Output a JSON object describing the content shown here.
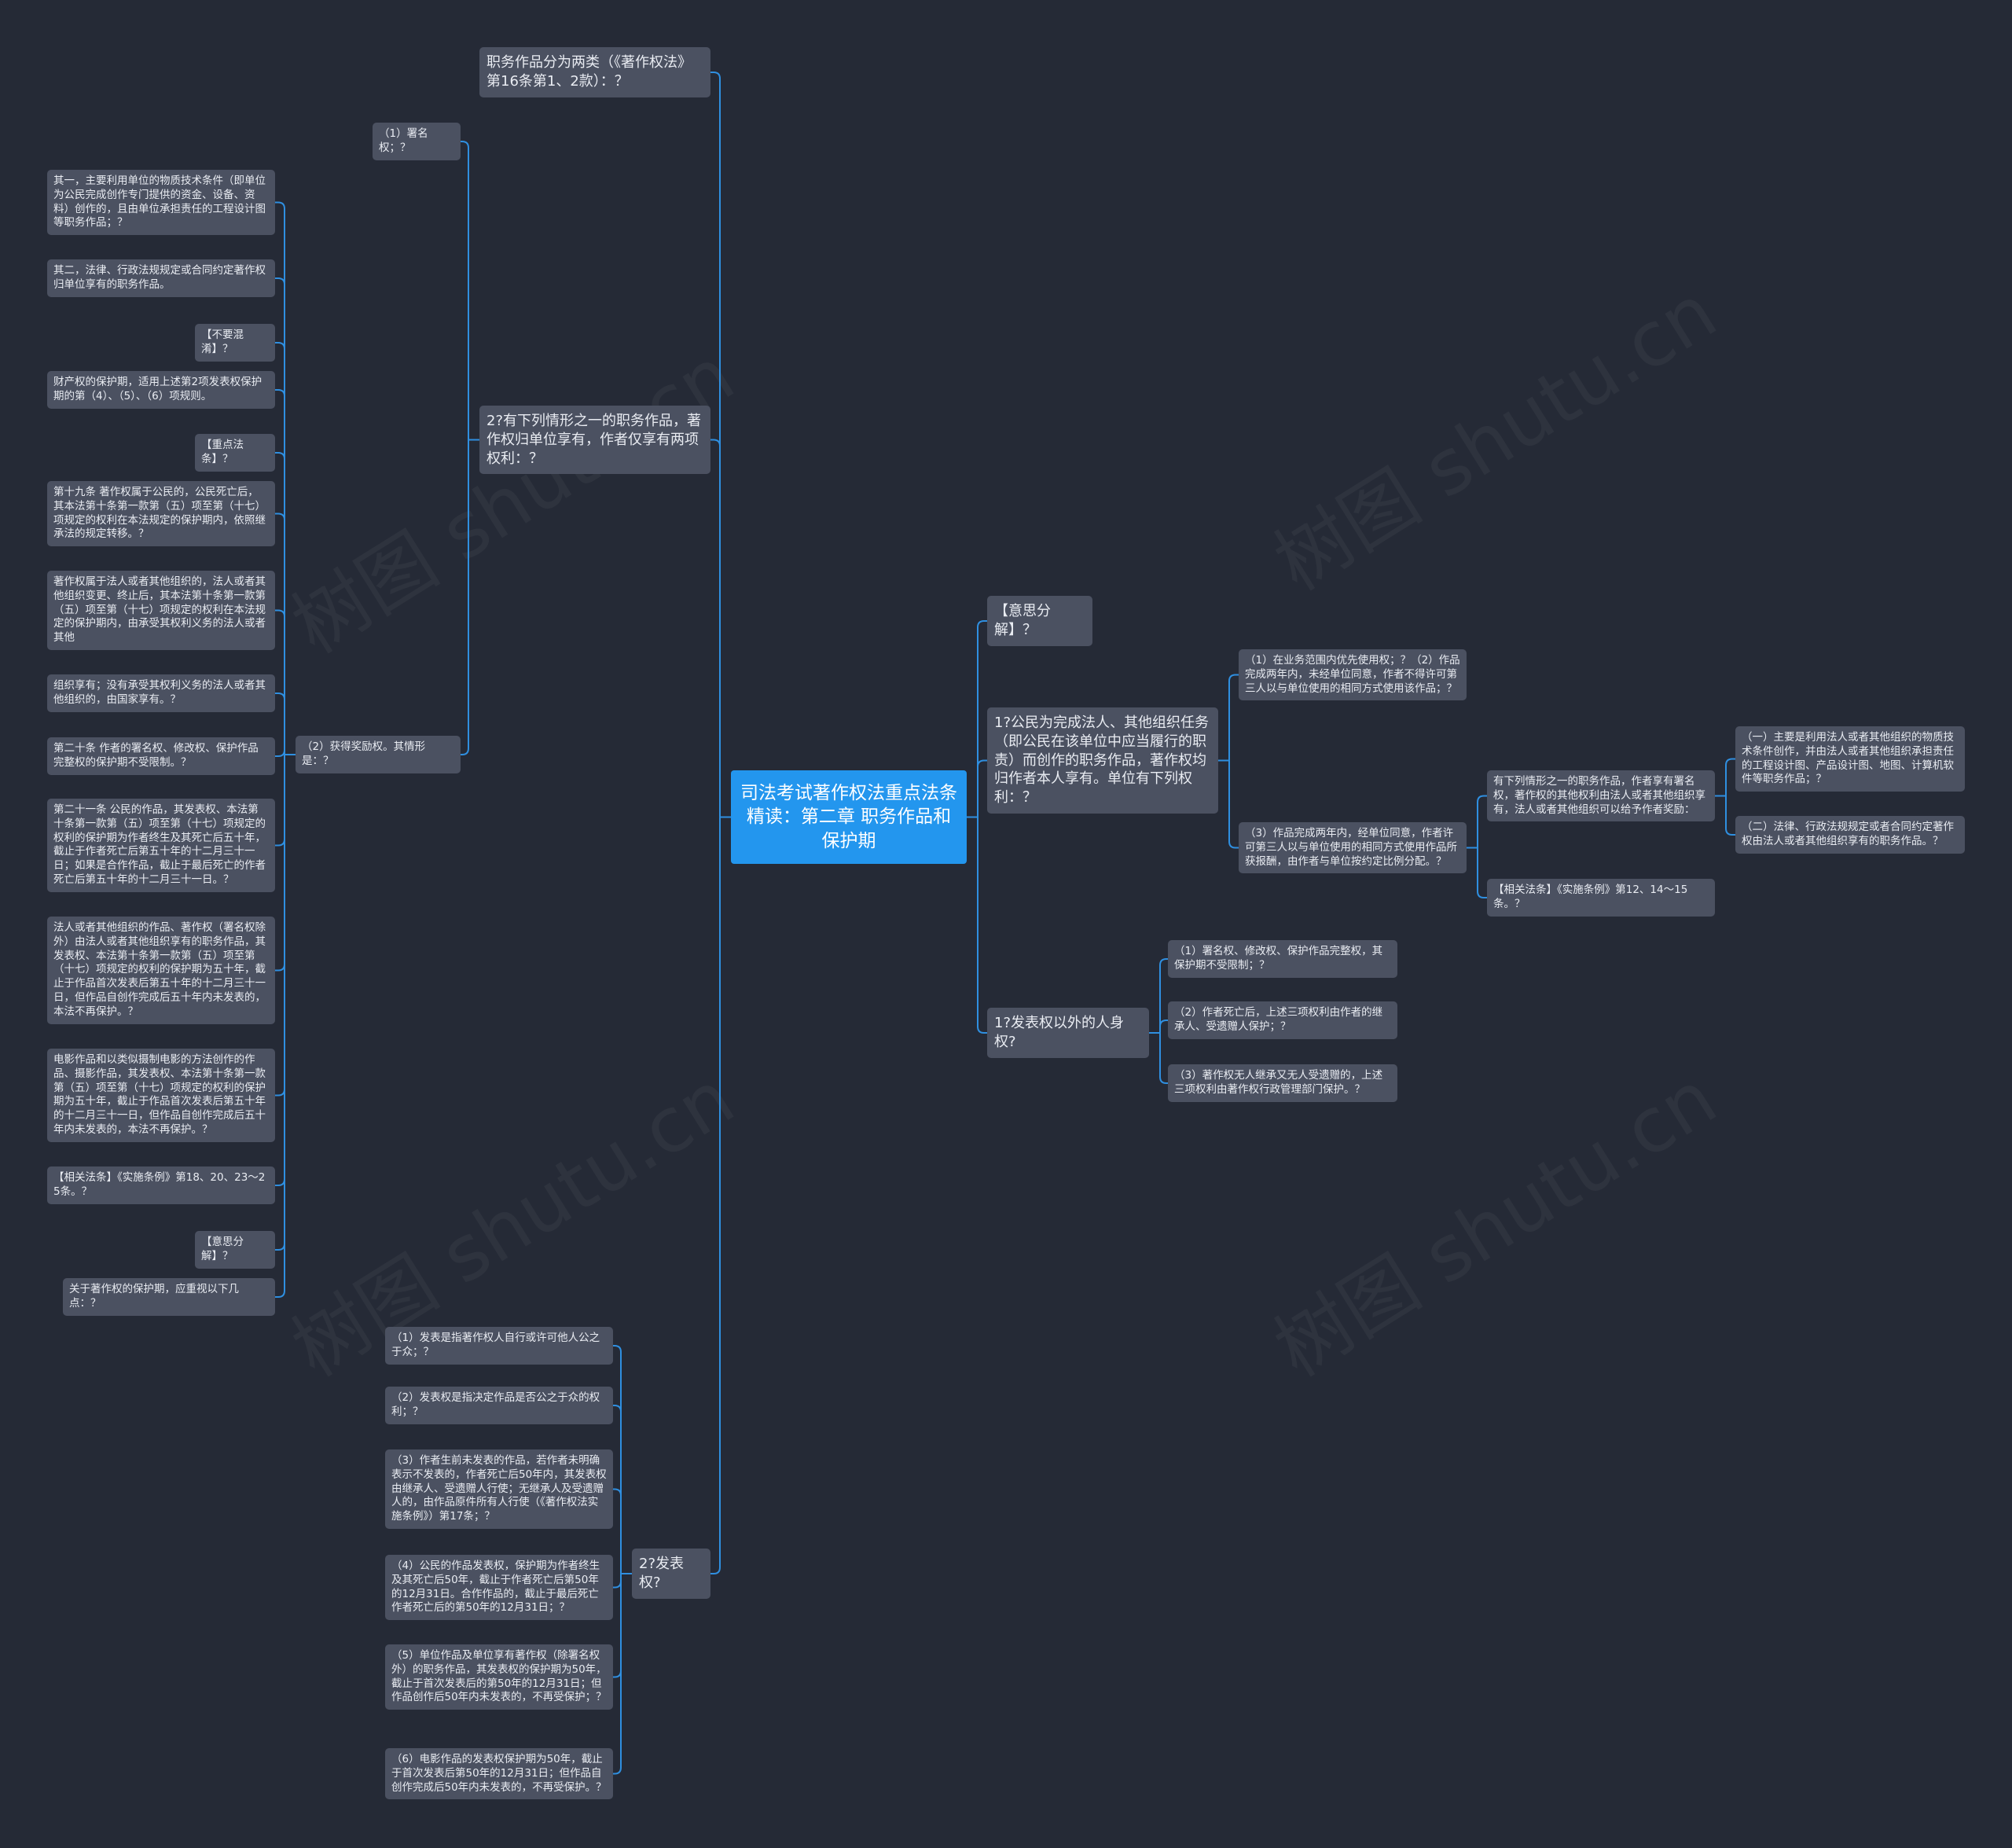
{
  "watermark": "树图 shutu.cn",
  "colors": {
    "background": "#252a36",
    "node": "#4b5161",
    "root": "#2396ee",
    "link": "#2f8fe0"
  },
  "mindmap": {
    "root": "司法考试著作权法重点法条精读：第二章 职务作品和保护期",
    "left": [
      {
        "id": "L1",
        "text": "职务作品分为两类（《著作权法》第16条第1、2款）：？"
      },
      {
        "id": "L2",
        "text": "2?有下列情形之一的职务作品，著作权归单位享有，作者仅享有两项权利：？",
        "children": [
          {
            "id": "L2a",
            "text": "（1）署名权；？"
          },
          {
            "id": "L2b",
            "text": "（2）获得奖励权。其情形是：？",
            "children": [
              {
                "id": "L2b1",
                "text": "其一，主要利用单位的物质技术条件（即单位为公民完成创作专门提供的资金、设备、资料）创作的，且由单位承担责任的工程设计图等职务作品；？"
              },
              {
                "id": "L2b2",
                "text": "其二，法律、行政法规规定或合同约定著作权归单位享有的职务作品。"
              },
              {
                "id": "L2b3",
                "text": "【不要混淆】？"
              },
              {
                "id": "L2b4",
                "text": "财产权的保护期，适用上述第2项发表权保护期的第（4）、（5）、（6）项规则。"
              },
              {
                "id": "L2b5",
                "text": "【重点法条】？"
              },
              {
                "id": "L2b6",
                "text": "第十九条 著作权属于公民的，公民死亡后，其本法第十条第一款第（五）项至第（十七）项规定的权利在本法规定的保护期内，依照继承法的规定转移。？"
              },
              {
                "id": "L2b7",
                "text": "著作权属于法人或者其他组织的，法人或者其他组织变更、终止后，其本法第十条第一款第（五）项至第（十七）项规定的权利在本法规定的保护期内，由承受其权利义务的法人或者其他"
              },
              {
                "id": "L2b8",
                "text": "组织享有；没有承受其权利义务的法人或者其他组织的，由国家享有。？"
              },
              {
                "id": "L2b9",
                "text": "第二十条 作者的署名权、修改权、保护作品完整权的保护期不受限制。？"
              },
              {
                "id": "L2b10",
                "text": "第二十一条 公民的作品，其发表权、本法第十条第一款第（五）项至第（十七）项规定的权利的保护期为作者终生及其死亡后五十年，截止于作者死亡后第五十年的十二月三十一日；如果是合作作品，截止于最后死亡的作者死亡后第五十年的十二月三十一日。？"
              },
              {
                "id": "L2b11",
                "text": "法人或者其他组织的作品、著作权（署名权除外）由法人或者其他组织享有的职务作品，其发表权、本法第十条第一款第（五）项至第（十七）项规定的权利的保护期为五十年，截止于作品首次发表后第五十年的十二月三十一日，但作品自创作完成后五十年内未发表的，本法不再保护。？"
              },
              {
                "id": "L2b12",
                "text": "电影作品和以类似摄制电影的方法创作的作品、摄影作品，其发表权、本法第十条第一款第（五）项至第（十七）项规定的权利的保护期为五十年，截止于作品首次发表后第五十年的十二月三十一日，但作品自创作完成后五十年内未发表的，本法不再保护。？"
              },
              {
                "id": "L2b13",
                "text": "【相关法条】《实施条例》第18、20、23～25条。？"
              },
              {
                "id": "L2b14",
                "text": "【意思分解】？"
              },
              {
                "id": "L2b15",
                "text": "关于著作权的保护期，应重视以下几点：？"
              }
            ]
          }
        ]
      },
      {
        "id": "L3",
        "text": "2?发表权?",
        "children": [
          {
            "id": "L3a",
            "text": "（1）发表是指著作权人自行或许可他人公之于众；？"
          },
          {
            "id": "L3b",
            "text": "（2）发表权是指决定作品是否公之于众的权利；？"
          },
          {
            "id": "L3c",
            "text": "（3）作者生前未发表的作品，若作者未明确表示不发表的，作者死亡后50年内，其发表权由继承人、受遗赠人行使；无继承人及受遗赠人的，由作品原件所有人行使（《著作权法实施条例》）第17条；？"
          },
          {
            "id": "L3d",
            "text": "（4）公民的作品发表权，保护期为作者终生及其死亡后50年，截止于作者死亡后第50年的12月31日。合作作品的，截止于最后死亡作者死亡后的第50年的12月31日；？"
          },
          {
            "id": "L3e",
            "text": "（5）单位作品及单位享有著作权（除署名权外）的职务作品，其发表权的保护期为50年，截止于首次发表后的第50年的12月31日；但作品创作后50年内未发表的，不再受保护；？"
          },
          {
            "id": "L3f",
            "text": "（6）电影作品的发表权保护期为50年，截止于首次发表后第50年的12月31日；但作品自创作完成后50年内未发表的，不再受保护。？"
          }
        ]
      }
    ],
    "right": [
      {
        "id": "R1",
        "text": "【意思分解】？"
      },
      {
        "id": "R2",
        "text": "1?公民为完成法人、其他组织任务（即公民在该单位中应当履行的职责）而创作的职务作品，著作权均归作者本人享有。单位有下列权利：？",
        "children": [
          {
            "id": "R2a",
            "text": "（1）在业务范围内优先使用权；？（2）作品完成两年内，未经单位同意，作者不得许可第三人以与单位使用的相同方式使用该作品；？"
          },
          {
            "id": "R2b",
            "text": "（3）作品完成两年内，经单位同意，作者许可第三人以与单位使用的相同方式使用作品所获报酬，由作者与单位按约定比例分配。？",
            "children": [
              {
                "id": "R2b1",
                "text": "有下列情形之一的职务作品，作者享有署名权，著作权的其他权利由法人或者其他组织享有，法人或者其他组织可以给予作者奖励：",
                "children": [
                  {
                    "id": "R2b1a",
                    "text": "（一）主要是利用法人或者其他组织的物质技术条件创作，并由法人或者其他组织承担责任的工程设计图、产品设计图、地图、计算机软件等职务作品；？"
                  },
                  {
                    "id": "R2b1b",
                    "text": "（二）法律、行政法规规定或者合同约定著作权由法人或者其他组织享有的职务作品。？"
                  }
                ]
              },
              {
                "id": "R2b2",
                "text": "【相关法条】《实施条例》第12、14～15条。？"
              }
            ]
          }
        ]
      },
      {
        "id": "R3",
        "text": "1?发表权以外的人身权?",
        "children": [
          {
            "id": "R3a",
            "text": "（1）署名权、修改权、保护作品完整权，其保护期不受限制；？"
          },
          {
            "id": "R3b",
            "text": "（2）作者死亡后，上述三项权利由作者的继承人、受遗赠人保护；？"
          },
          {
            "id": "R3c",
            "text": "（3）著作权无人继承又无人受遗赠的，上述三项权利由著作权行政管理部门保护。？"
          }
        ]
      }
    ]
  }
}
